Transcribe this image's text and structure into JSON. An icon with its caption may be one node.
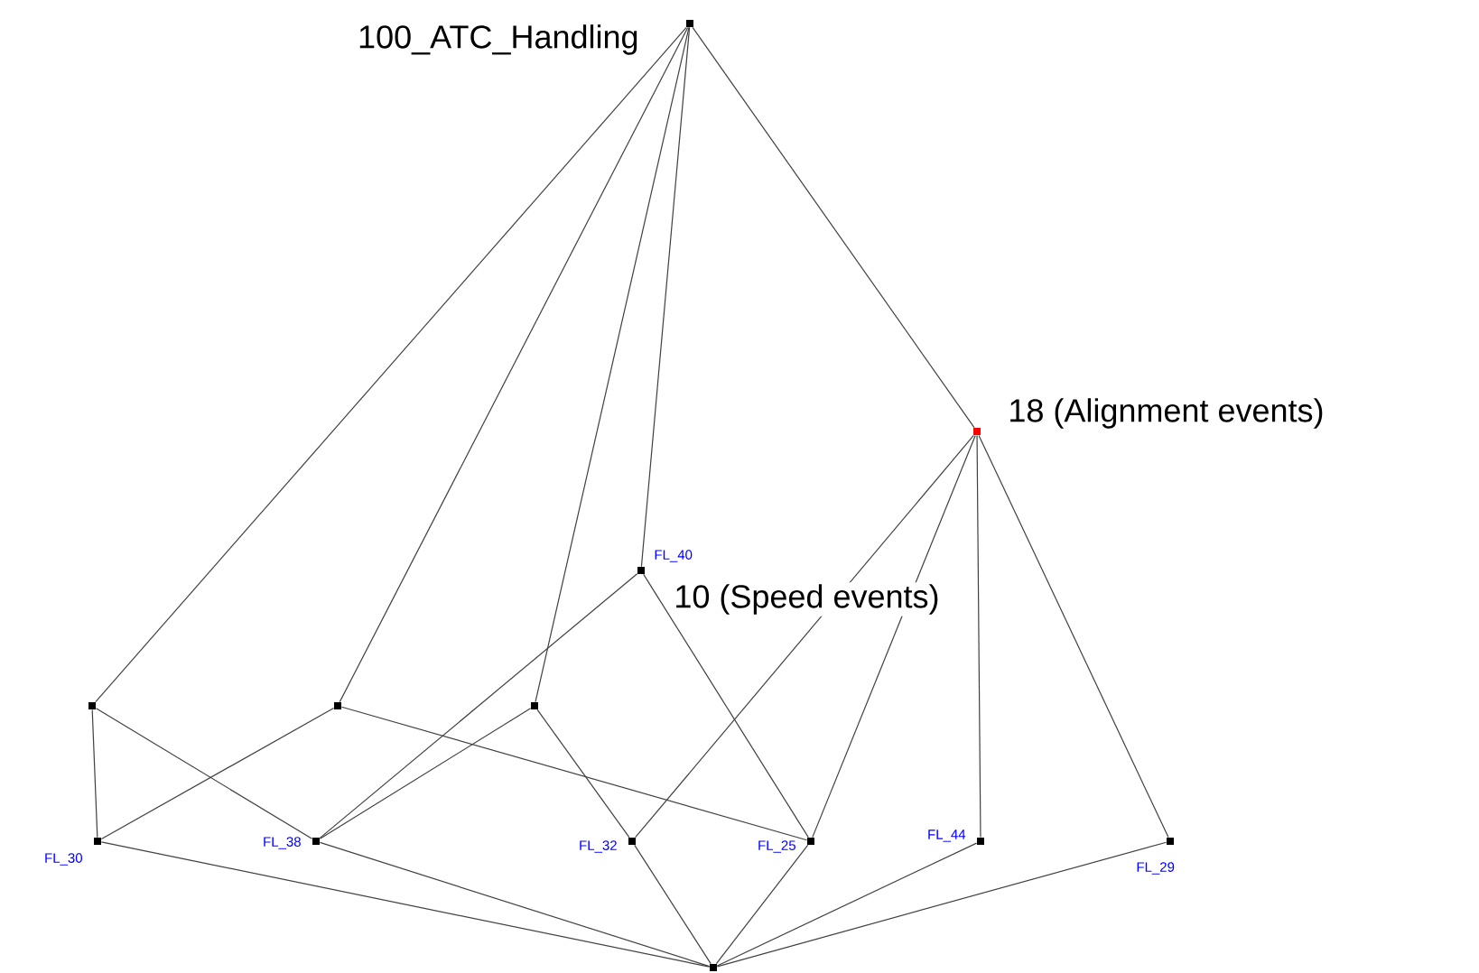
{
  "diagram": {
    "nodes": [
      {
        "text": [],
        "shape": "box",
        "beside": [
          "100_ATC_Handling"
        ]
      },
      {
        "text": [],
        "shape": "box",
        "beside": [
          "18 (Alignment events)"
        ]
      },
      {
        "text": [],
        "shape": "box",
        "beside": [
          "FL_40"
        ]
      },
      {
        "text": [],
        "shape": "box"
      },
      {
        "text": [],
        "shape": "box"
      },
      {
        "text": [],
        "shape": "box"
      },
      {
        "text": [],
        "shape": "box",
        "beside": [
          "FL_30"
        ]
      },
      {
        "text": [],
        "shape": "box",
        "beside": [
          "FL_38"
        ]
      },
      {
        "text": [],
        "shape": "box",
        "beside": [
          "FL_32"
        ]
      },
      {
        "text": [],
        "shape": "box",
        "beside": [
          "FL_25"
        ]
      },
      {
        "text": [],
        "shape": "box",
        "beside": [
          "FL_44"
        ]
      },
      {
        "text": [],
        "shape": "box",
        "beside": [
          "FL_29"
        ]
      },
      {
        "text": [],
        "shape": "box"
      }
    ],
    "edges": [
      {
        "from": 0,
        "to": 3,
        "arrow": "none"
      },
      {
        "from": 0,
        "to": 4,
        "arrow": "none"
      },
      {
        "from": 0,
        "to": 5,
        "arrow": "none"
      },
      {
        "from": 0,
        "to": 2,
        "arrow": "none"
      },
      {
        "from": 0,
        "to": 1,
        "arrow": "none"
      },
      {
        "from": 1,
        "to": 8,
        "arrow": "none"
      },
      {
        "from": 1,
        "to": 9,
        "arrow": "none"
      },
      {
        "from": 1,
        "to": 10,
        "arrow": "none"
      },
      {
        "from": 1,
        "to": 11,
        "arrow": "none"
      },
      {
        "from": 2,
        "to": 7,
        "arrow": "none"
      },
      {
        "from": 2,
        "to": 9,
        "arrow": "none"
      },
      {
        "from": 3,
        "to": 6,
        "arrow": "none"
      },
      {
        "from": 3,
        "to": 7,
        "arrow": "none"
      },
      {
        "from": 4,
        "to": 6,
        "arrow": "none"
      },
      {
        "from": 4,
        "to": 9,
        "arrow": "none"
      },
      {
        "from": 5,
        "to": 7,
        "arrow": "none"
      },
      {
        "from": 5,
        "to": 8,
        "arrow": "none"
      },
      {
        "from": 6,
        "to": 12,
        "arrow": "none"
      },
      {
        "from": 7,
        "to": 12,
        "arrow": "none"
      },
      {
        "from": 8,
        "to": 12,
        "arrow": "none"
      },
      {
        "from": 9,
        "to": 12,
        "arrow": "none"
      },
      {
        "from": 10,
        "to": 12,
        "arrow": "none"
      },
      {
        "from": 11,
        "to": 12,
        "arrow": "none"
      }
    ],
    "labels": [
      "10 (Speed events)"
    ]
  }
}
